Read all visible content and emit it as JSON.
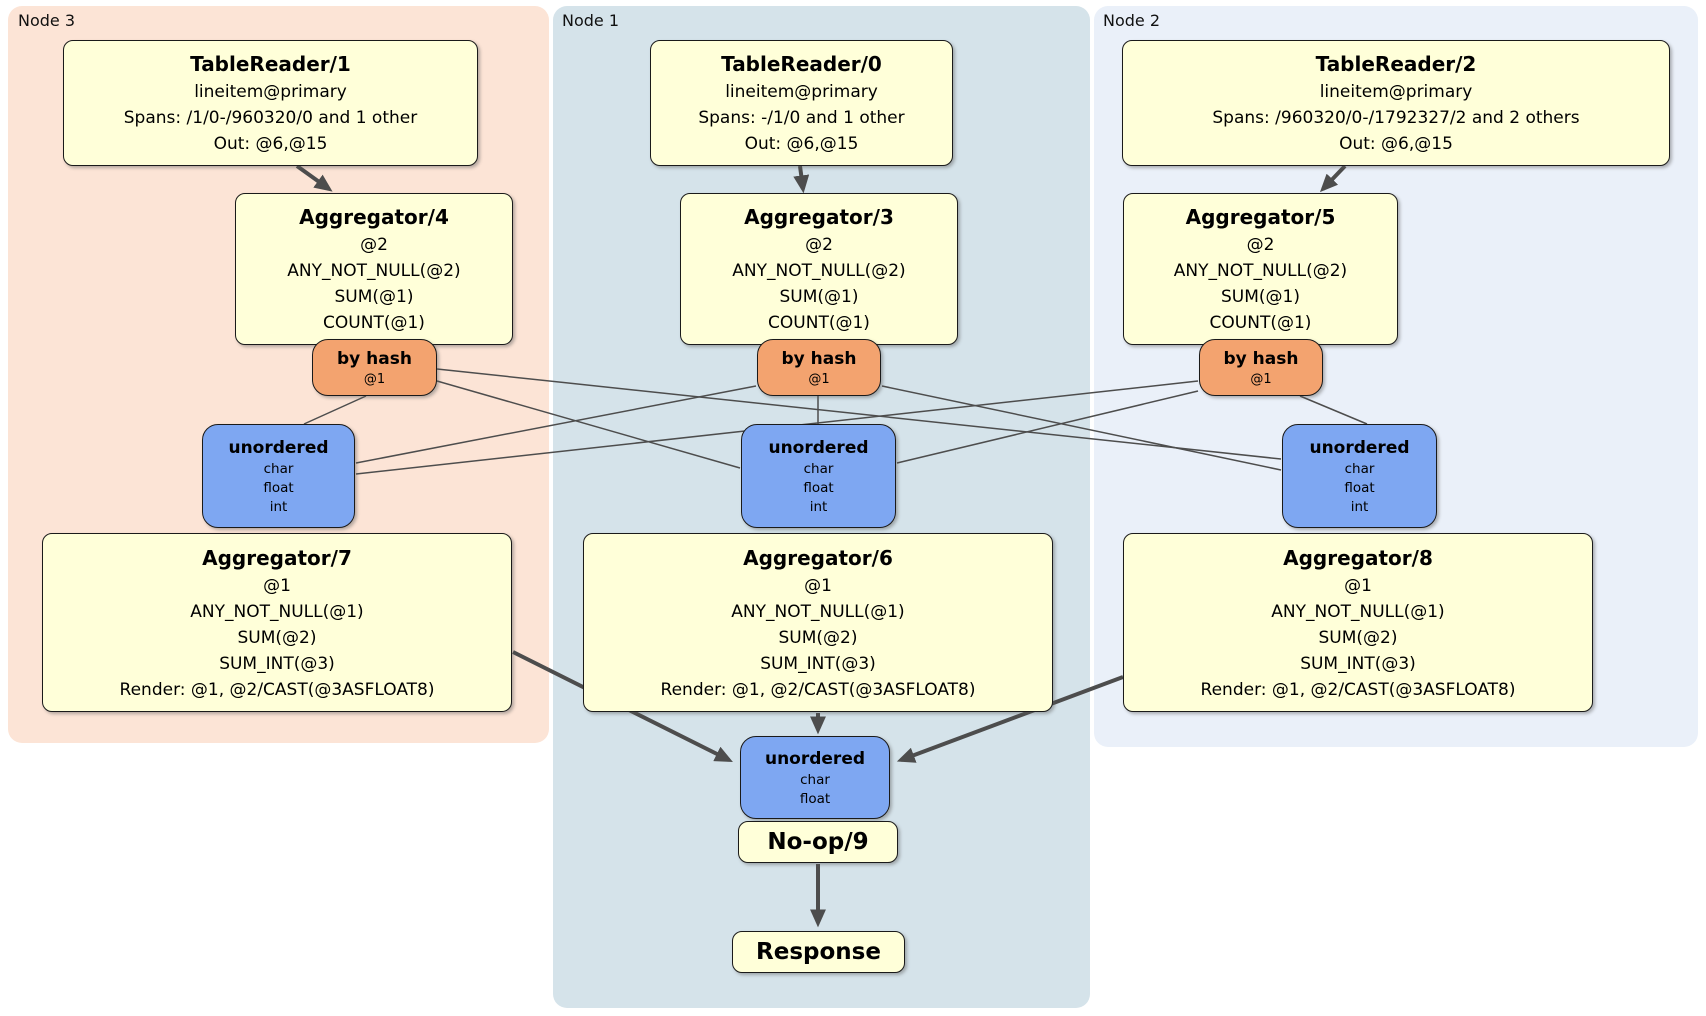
{
  "regions": {
    "node3": {
      "label": "Node 3",
      "bg": "#FCE4D6"
    },
    "node1": {
      "label": "Node 1",
      "bg": "#D5E3EA"
    },
    "node2": {
      "label": "Node 2",
      "bg": "#EAF0F9"
    }
  },
  "colors": {
    "processor_fill": "#FFFFD9",
    "router_fill": "#F3A36F",
    "sync_fill": "#7EA7F2",
    "edge": "#4D4D4D",
    "text": "#000000"
  },
  "nodes": {
    "tablereader1": {
      "title": "TableReader/1",
      "lines": [
        "lineitem@primary",
        "Spans: /1/0-/960320/0 and 1 other",
        "Out: @6,@15"
      ]
    },
    "tablereader0": {
      "title": "TableReader/0",
      "lines": [
        "lineitem@primary",
        "Spans: -/1/0 and 1 other",
        "Out: @6,@15"
      ]
    },
    "tablereader2": {
      "title": "TableReader/2",
      "lines": [
        "lineitem@primary",
        "Spans: /960320/0-/1792327/2 and 2 others",
        "Out: @6,@15"
      ]
    },
    "aggregator4": {
      "title": "Aggregator/4",
      "lines": [
        "@2",
        "ANY_NOT_NULL(@2)",
        "SUM(@1)",
        "COUNT(@1)"
      ]
    },
    "aggregator3": {
      "title": "Aggregator/3",
      "lines": [
        "@2",
        "ANY_NOT_NULL(@2)",
        "SUM(@1)",
        "COUNT(@1)"
      ]
    },
    "aggregator5": {
      "title": "Aggregator/5",
      "lines": [
        "@2",
        "ANY_NOT_NULL(@2)",
        "SUM(@1)",
        "COUNT(@1)"
      ]
    },
    "hash_router_node3": {
      "title": "by hash",
      "lines": [
        "@1"
      ]
    },
    "hash_router_node1": {
      "title": "by hash",
      "lines": [
        "@1"
      ]
    },
    "hash_router_node2": {
      "title": "by hash",
      "lines": [
        "@1"
      ]
    },
    "sync_node3": {
      "title": "unordered",
      "lines": [
        "char",
        "float",
        "int"
      ]
    },
    "sync_node1": {
      "title": "unordered",
      "lines": [
        "char",
        "float",
        "int"
      ]
    },
    "sync_node2": {
      "title": "unordered",
      "lines": [
        "char",
        "float",
        "int"
      ]
    },
    "aggregator7": {
      "title": "Aggregator/7",
      "lines": [
        "@1",
        "ANY_NOT_NULL(@1)",
        "SUM(@2)",
        "SUM_INT(@3)",
        "Render: @1, @2/CAST(@3ASFLOAT8)"
      ]
    },
    "aggregator6": {
      "title": "Aggregator/6",
      "lines": [
        "@1",
        "ANY_NOT_NULL(@1)",
        "SUM(@2)",
        "SUM_INT(@3)",
        "Render: @1, @2/CAST(@3ASFLOAT8)"
      ]
    },
    "aggregator8": {
      "title": "Aggregator/8",
      "lines": [
        "@1",
        "ANY_NOT_NULL(@1)",
        "SUM(@2)",
        "SUM_INT(@3)",
        "Render: @1, @2/CAST(@3ASFLOAT8)"
      ]
    },
    "final_sync": {
      "title": "unordered",
      "lines": [
        "char",
        "float"
      ]
    },
    "noop": {
      "title": "No-op/9"
    },
    "response": {
      "title": "Response"
    }
  },
  "edges": [
    {
      "from": "TableReader/1",
      "to": "Aggregator/4"
    },
    {
      "from": "TableReader/0",
      "to": "Aggregator/3"
    },
    {
      "from": "TableReader/2",
      "to": "Aggregator/5"
    },
    {
      "from": "by hash @1 (Node 3)",
      "to": "unordered (Node 3)"
    },
    {
      "from": "by hash @1 (Node 3)",
      "to": "unordered (Node 1)"
    },
    {
      "from": "by hash @1 (Node 3)",
      "to": "unordered (Node 2)"
    },
    {
      "from": "by hash @1 (Node 1)",
      "to": "unordered (Node 3)"
    },
    {
      "from": "by hash @1 (Node 1)",
      "to": "unordered (Node 1)"
    },
    {
      "from": "by hash @1 (Node 1)",
      "to": "unordered (Node 2)"
    },
    {
      "from": "by hash @1 (Node 2)",
      "to": "unordered (Node 3)"
    },
    {
      "from": "by hash @1 (Node 2)",
      "to": "unordered (Node 1)"
    },
    {
      "from": "by hash @1 (Node 2)",
      "to": "unordered (Node 2)"
    },
    {
      "from": "Aggregator/7",
      "to": "final unordered"
    },
    {
      "from": "Aggregator/6",
      "to": "final unordered"
    },
    {
      "from": "Aggregator/8",
      "to": "final unordered"
    },
    {
      "from": "No-op/9",
      "to": "Response"
    }
  ]
}
